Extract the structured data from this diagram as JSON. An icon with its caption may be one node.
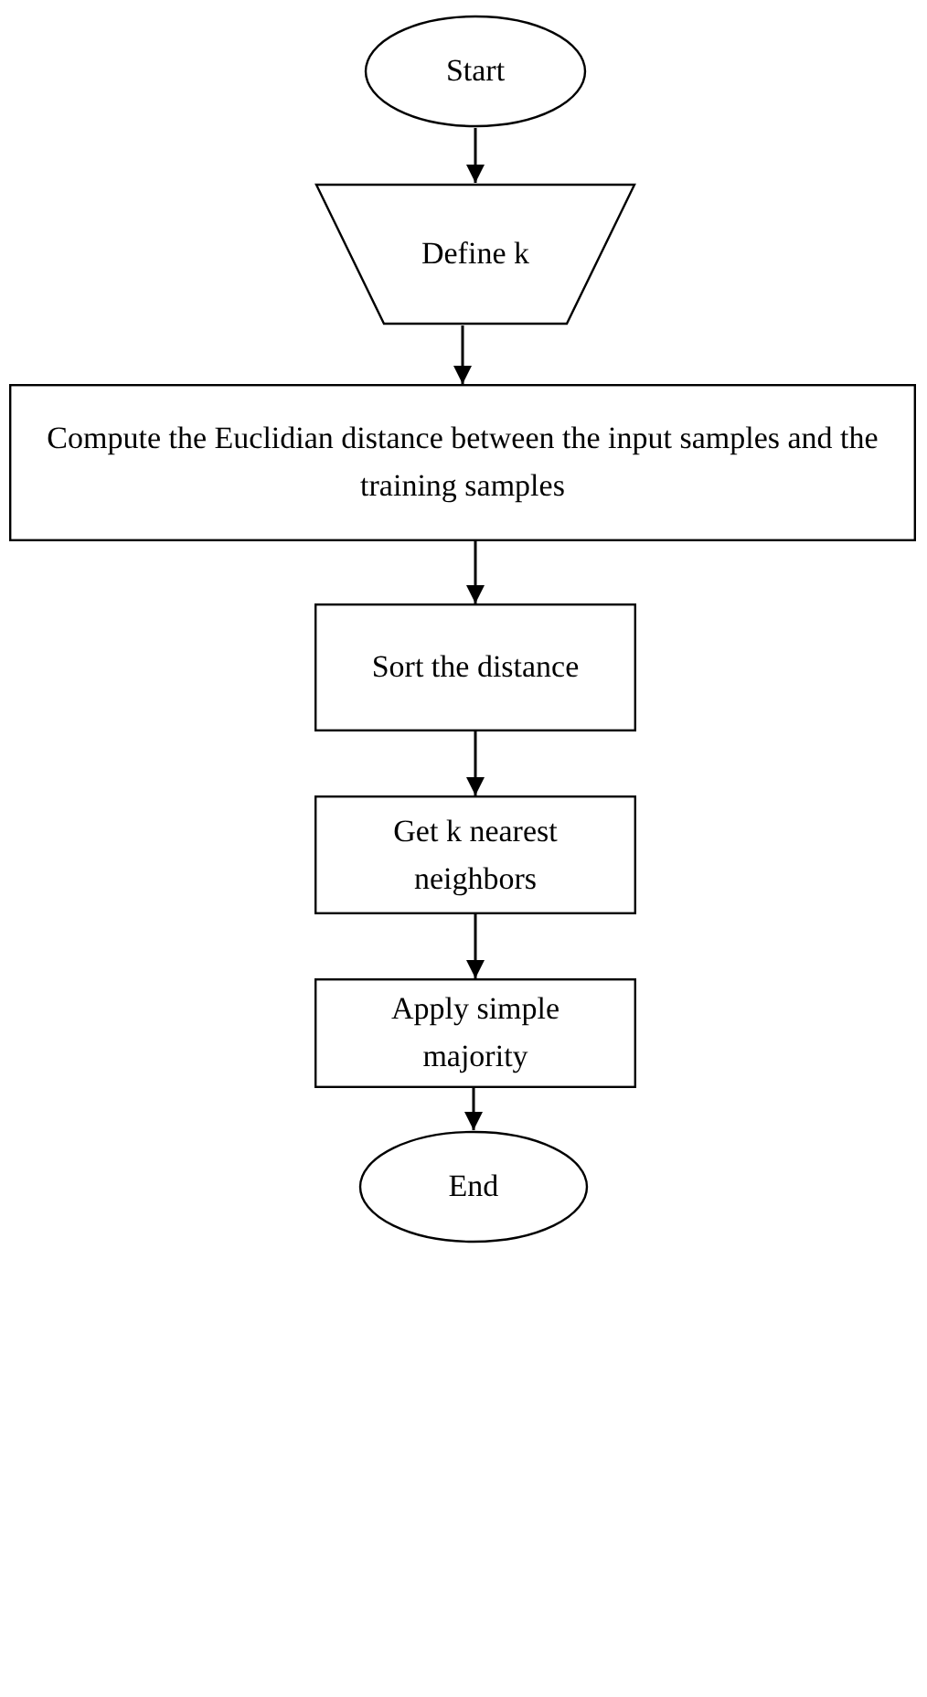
{
  "diagram": {
    "nodes": [
      {
        "text": [
          "Start"
        ]
      },
      {
        "text": [
          "Define k"
        ]
      },
      {
        "text": [
          "Compute the Euclidian distance between the input samples and the training samples"
        ]
      },
      {
        "text": [
          "Sort the distance"
        ]
      },
      {
        "text": [
          "Get k nearest neighbors"
        ]
      },
      {
        "text": [
          "Apply simple majority"
        ]
      },
      {
        "text": [
          "End"
        ]
      }
    ],
    "edges": [
      {
        "from": 0,
        "to": 1,
        "arrow": "to"
      },
      {
        "from": 1,
        "to": 2,
        "arrow": "to"
      },
      {
        "from": 2,
        "to": 3,
        "arrow": "to"
      },
      {
        "from": 3,
        "to": 4,
        "arrow": "to"
      },
      {
        "from": 4,
        "to": 5,
        "arrow": "to"
      },
      {
        "from": 5,
        "to": 6,
        "arrow": "to"
      }
    ]
  }
}
